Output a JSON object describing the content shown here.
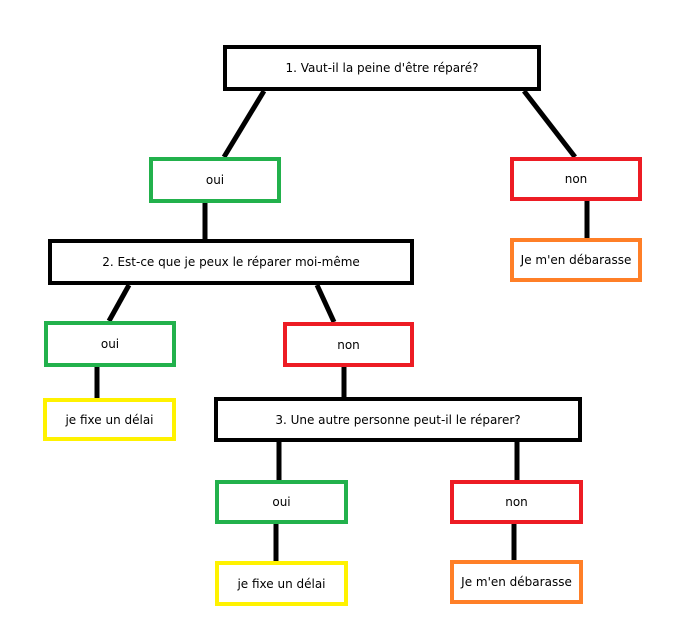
{
  "colors": {
    "question_border": "#000000",
    "yes_border": "#22b14c",
    "no_border": "#ed1c24",
    "delay_border": "#fff200",
    "discard_border": "#ff7f27",
    "connector": "#000000"
  },
  "nodes": {
    "q1": "1. Vaut-il la peine d'être réparé?",
    "q1_yes": "oui",
    "q1_no": "non",
    "q1_no_result": "Je m'en débarasse",
    "q2": "2. Est-ce que je peux le réparer moi-même",
    "q2_yes": "oui",
    "q2_no": "non",
    "q2_yes_result": "je fixe un délai",
    "q3": "3. Une autre personne peut-il le réparer?",
    "q3_yes": "oui",
    "q3_no": "non",
    "q3_yes_result": "je fixe un délai",
    "q3_no_result": "Je m'en débarasse"
  },
  "edges": [
    {
      "from": "q1",
      "to": "q1_yes"
    },
    {
      "from": "q1",
      "to": "q1_no"
    },
    {
      "from": "q1_no",
      "to": "q1_no_result"
    },
    {
      "from": "q1_yes",
      "to": "q2"
    },
    {
      "from": "q2",
      "to": "q2_yes"
    },
    {
      "from": "q2",
      "to": "q2_no"
    },
    {
      "from": "q2_yes",
      "to": "q2_yes_result"
    },
    {
      "from": "q2_no",
      "to": "q3"
    },
    {
      "from": "q3",
      "to": "q3_yes"
    },
    {
      "from": "q3",
      "to": "q3_no"
    },
    {
      "from": "q3_yes",
      "to": "q3_yes_result"
    },
    {
      "from": "q3_no",
      "to": "q3_no_result"
    }
  ]
}
